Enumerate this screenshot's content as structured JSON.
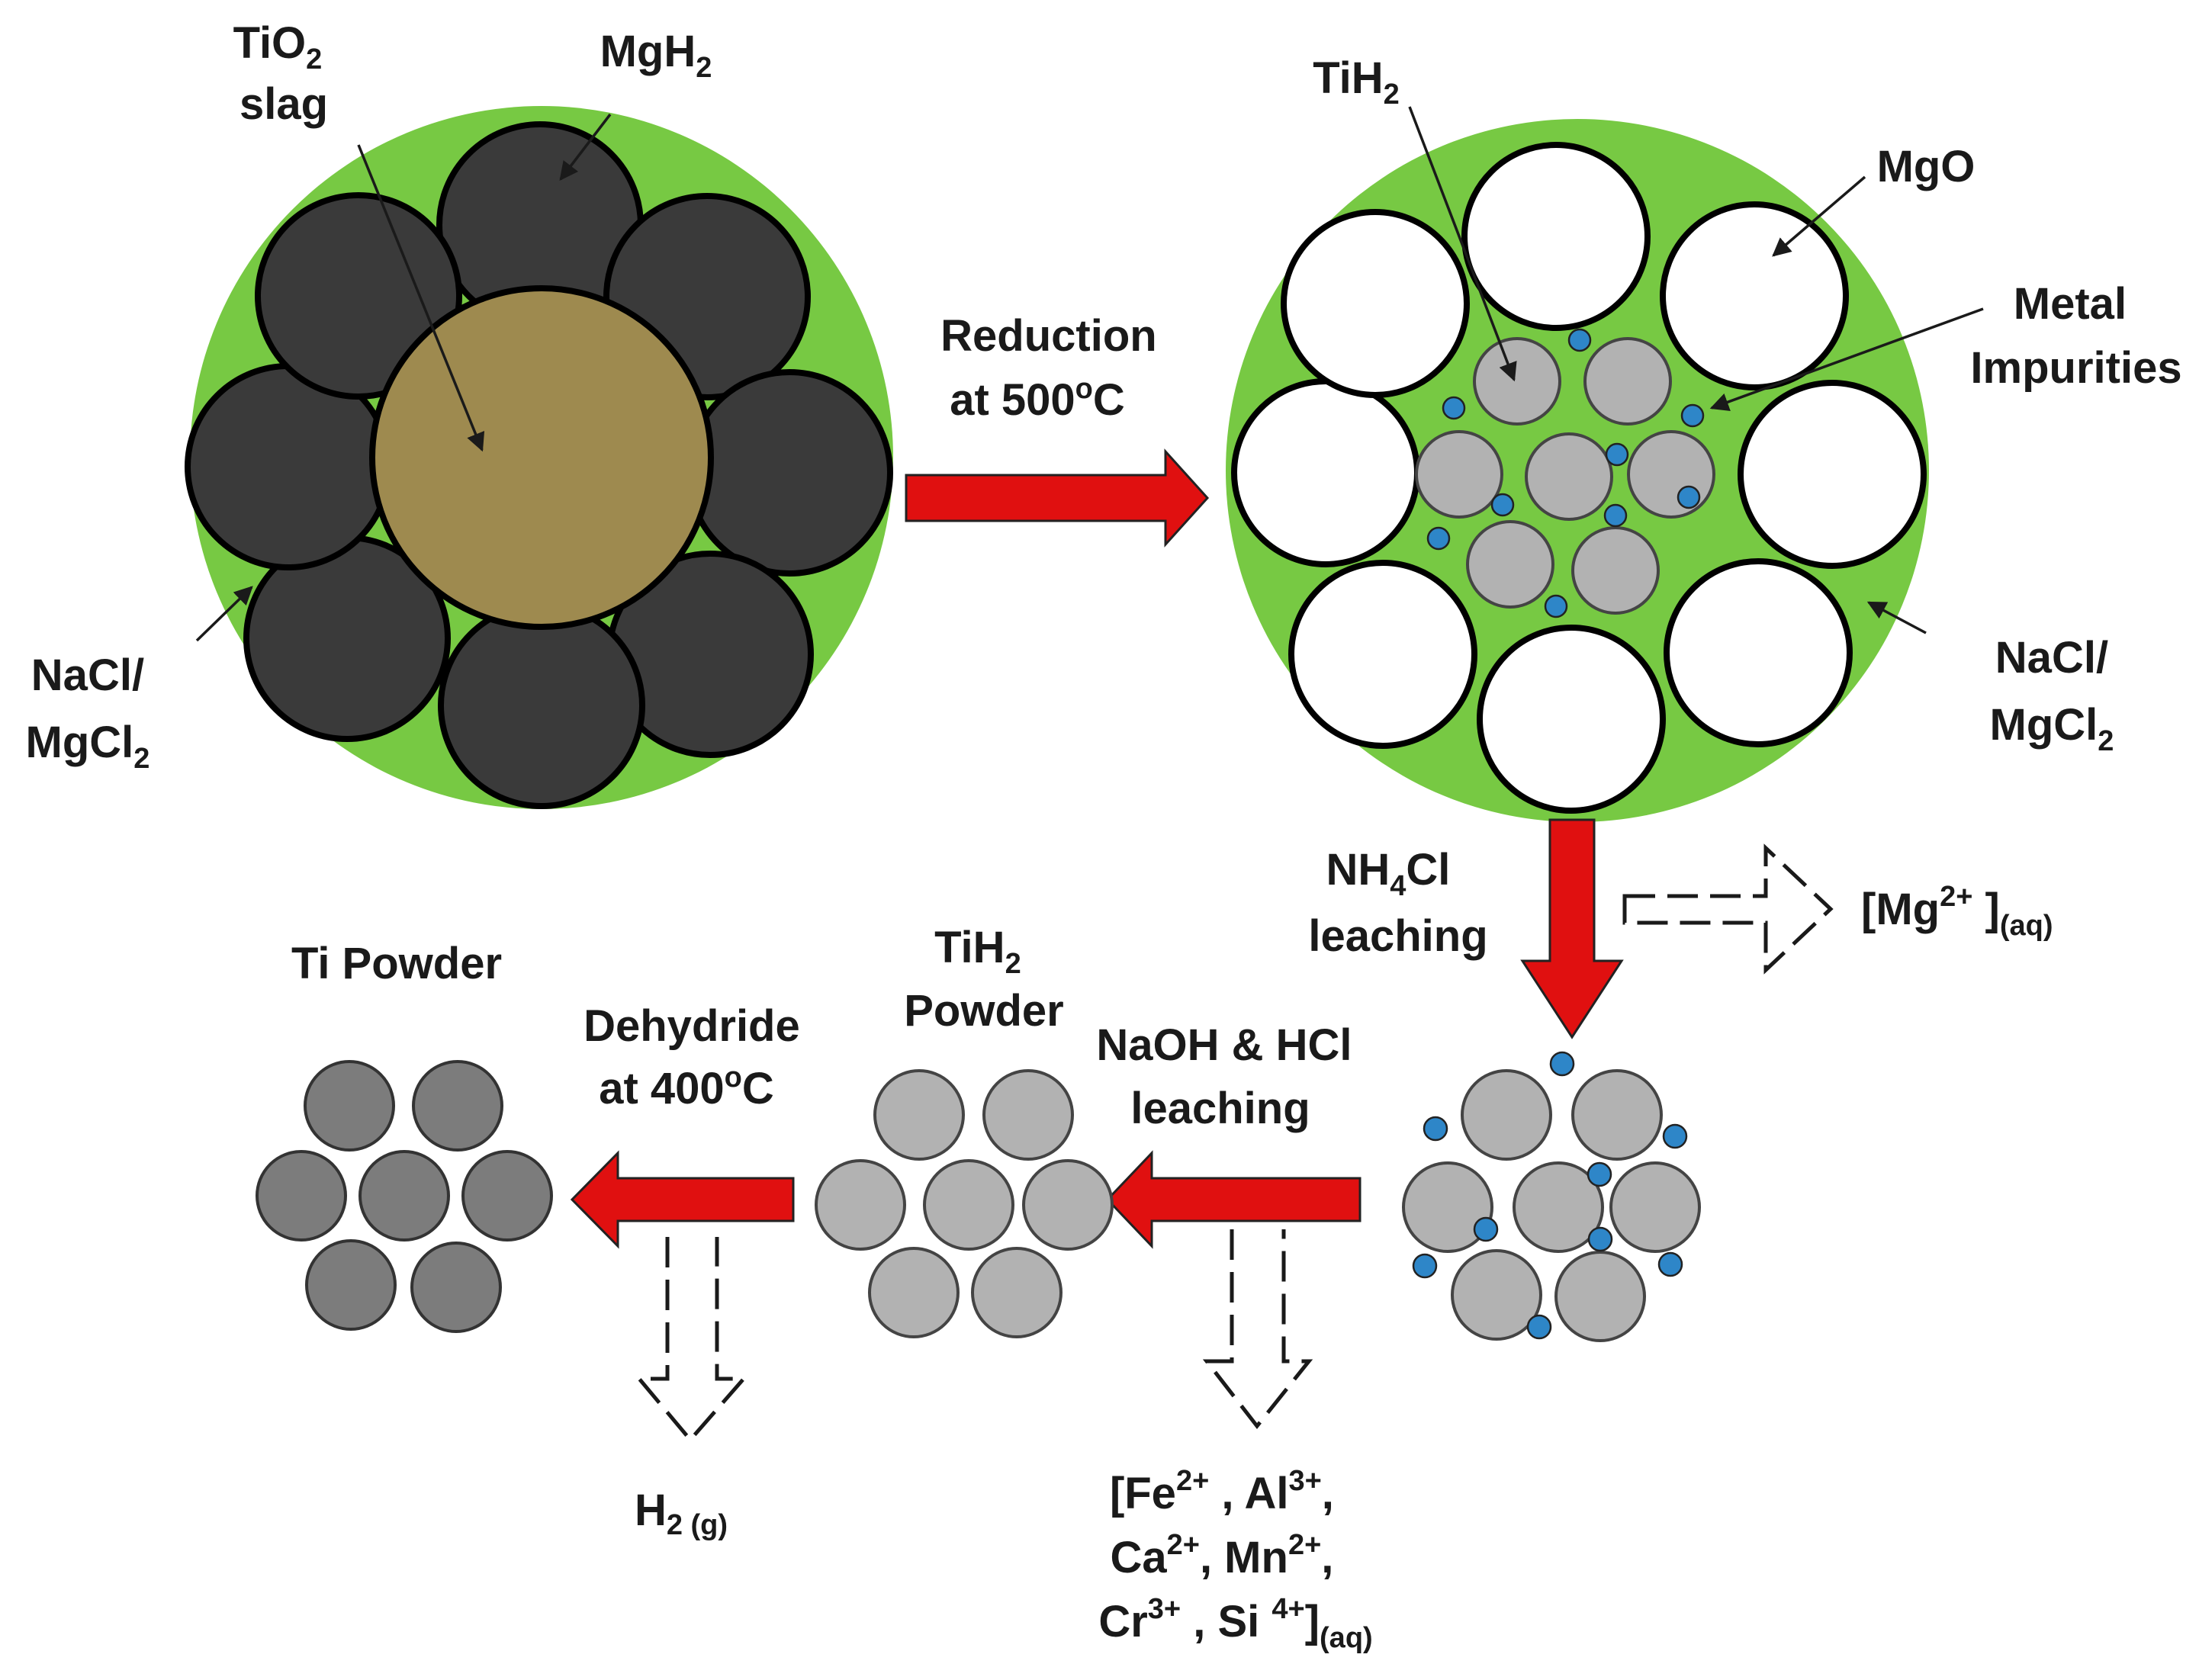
{
  "labels": {
    "tio2": [
      "TiO",
      "2",
      "slag"
    ],
    "mgh2": [
      "MgH",
      "2"
    ],
    "nacl_left": [
      "NaCl/",
      "MgCl",
      "2"
    ],
    "tih2": [
      "TiH",
      "2"
    ],
    "mgo": "MgO",
    "metal_impurities": [
      "Metal",
      "Impurities"
    ],
    "nacl_right": [
      "NaCl/",
      "MgCl",
      "2"
    ],
    "reduction": [
      "Reduction",
      "at 500",
      "o",
      "C"
    ],
    "nh4cl": [
      "NH",
      "4",
      "Cl",
      "leaching"
    ],
    "mg_ion": [
      "[Mg",
      "2+",
      " ]",
      "(aq)"
    ],
    "naoh_hcl": [
      "NaOH & HCl",
      "leaching"
    ],
    "tih2_powder": [
      "TiH",
      "2",
      "Powder"
    ],
    "dehydride": [
      "Dehydride",
      "at 400",
      "o",
      "C"
    ],
    "ti_powder": "Ti Powder",
    "h2": [
      "H",
      "2 (g)"
    ],
    "ions": [
      "[Fe",
      "2+",
      " , Al",
      "3+",
      ",",
      "Ca",
      "2+",
      ", Mn",
      "2+",
      ",",
      "Cr",
      "3+",
      " , Si ",
      "4+",
      "]",
      "(aq)"
    ]
  },
  "colors": {
    "salt_green": "#77c943",
    "mgh2_dark": "#3a3a3a",
    "slag_brown": "#9e8a4f",
    "tih2_grey": "#b2b2b2",
    "ti_grey": "#7c7c7c",
    "impurity_blue": "#2e86c8",
    "arrow_red": "#e01010"
  }
}
